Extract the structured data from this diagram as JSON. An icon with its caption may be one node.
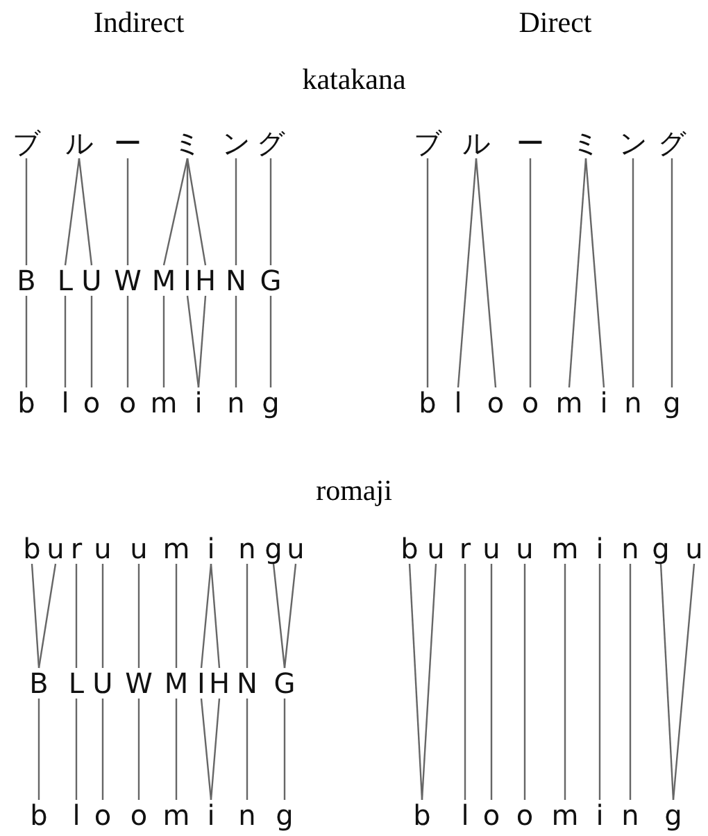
{
  "diagram": {
    "nodes": [
      {
        "text": [
          "ブ"
        ]
      },
      {
        "text": [
          "ル"
        ]
      },
      {
        "text": [
          "ー"
        ]
      },
      {
        "text": [
          "ミ"
        ]
      },
      {
        "text": [
          "ン"
        ]
      },
      {
        "text": [
          "グ"
        ]
      },
      {
        "text": [
          "B"
        ]
      },
      {
        "text": [
          "L"
        ]
      },
      {
        "text": [
          "U"
        ]
      },
      {
        "text": [
          "W"
        ]
      },
      {
        "text": [
          "M"
        ]
      },
      {
        "text": [
          "I"
        ]
      },
      {
        "text": [
          "H"
        ]
      },
      {
        "text": [
          "N"
        ]
      },
      {
        "text": [
          "G"
        ]
      },
      {
        "text": [
          "b"
        ]
      },
      {
        "text": [
          "l"
        ]
      },
      {
        "text": [
          "o"
        ]
      },
      {
        "text": [
          "o"
        ]
      },
      {
        "text": [
          "m"
        ]
      },
      {
        "text": [
          "i"
        ]
      },
      {
        "text": [
          "n"
        ]
      },
      {
        "text": [
          "g"
        ]
      },
      {
        "text": [
          "ブ"
        ]
      },
      {
        "text": [
          "ル"
        ]
      },
      {
        "text": [
          "ー"
        ]
      },
      {
        "text": [
          "ミ"
        ]
      },
      {
        "text": [
          "ン"
        ]
      },
      {
        "text": [
          "グ"
        ]
      },
      {
        "text": [
          "b"
        ]
      },
      {
        "text": [
          "l"
        ]
      },
      {
        "text": [
          "o"
        ]
      },
      {
        "text": [
          "o"
        ]
      },
      {
        "text": [
          "m"
        ]
      },
      {
        "text": [
          "i"
        ]
      },
      {
        "text": [
          "n"
        ]
      },
      {
        "text": [
          "g"
        ]
      },
      {
        "text": [
          "b"
        ]
      },
      {
        "text": [
          "u"
        ]
      },
      {
        "text": [
          "r"
        ]
      },
      {
        "text": [
          "u"
        ]
      },
      {
        "text": [
          "u"
        ]
      },
      {
        "text": [
          "m"
        ]
      },
      {
        "text": [
          "i"
        ]
      },
      {
        "text": [
          "n"
        ]
      },
      {
        "text": [
          "g"
        ]
      },
      {
        "text": [
          "u"
        ]
      },
      {
        "text": [
          "B"
        ]
      },
      {
        "text": [
          "L"
        ]
      },
      {
        "text": [
          "U"
        ]
      },
      {
        "text": [
          "W"
        ]
      },
      {
        "text": [
          "M"
        ]
      },
      {
        "text": [
          "I"
        ]
      },
      {
        "text": [
          "H"
        ]
      },
      {
        "text": [
          "N"
        ]
      },
      {
        "text": [
          "G"
        ]
      },
      {
        "text": [
          "b"
        ]
      },
      {
        "text": [
          "l"
        ]
      },
      {
        "text": [
          "o"
        ]
      },
      {
        "text": [
          "o"
        ]
      },
      {
        "text": [
          "m"
        ]
      },
      {
        "text": [
          "i"
        ]
      },
      {
        "text": [
          "n"
        ]
      },
      {
        "text": [
          "g"
        ]
      },
      {
        "text": [
          "b"
        ]
      },
      {
        "text": [
          "u"
        ]
      },
      {
        "text": [
          "r"
        ]
      },
      {
        "text": [
          "u"
        ]
      },
      {
        "text": [
          "u"
        ]
      },
      {
        "text": [
          "m"
        ]
      },
      {
        "text": [
          "i"
        ]
      },
      {
        "text": [
          "n"
        ]
      },
      {
        "text": [
          "g"
        ]
      },
      {
        "text": [
          "u"
        ]
      },
      {
        "text": [
          "b"
        ]
      },
      {
        "text": [
          "l"
        ]
      },
      {
        "text": [
          "o"
        ]
      },
      {
        "text": [
          "o"
        ]
      },
      {
        "text": [
          "m"
        ]
      },
      {
        "text": [
          "i"
        ]
      },
      {
        "text": [
          "n"
        ]
      },
      {
        "text": [
          "g"
        ]
      }
    ],
    "edges": [
      {
        "from": 0,
        "to": 6,
        "arrow": "none"
      },
      {
        "from": 1,
        "to": 7,
        "arrow": "none"
      },
      {
        "from": 1,
        "to": 8,
        "arrow": "none"
      },
      {
        "from": 2,
        "to": 9,
        "arrow": "none"
      },
      {
        "from": 3,
        "to": 10,
        "arrow": "none"
      },
      {
        "from": 3,
        "to": 11,
        "arrow": "none"
      },
      {
        "from": 3,
        "to": 12,
        "arrow": "none"
      },
      {
        "from": 4,
        "to": 13,
        "arrow": "none"
      },
      {
        "from": 5,
        "to": 14,
        "arrow": "none"
      },
      {
        "from": 6,
        "to": 15,
        "arrow": "none"
      },
      {
        "from": 7,
        "to": 16,
        "arrow": "none"
      },
      {
        "from": 8,
        "to": 17,
        "arrow": "none"
      },
      {
        "from": 9,
        "to": 18,
        "arrow": "none"
      },
      {
        "from": 10,
        "to": 19,
        "arrow": "none"
      },
      {
        "from": 11,
        "to": 20,
        "arrow": "none"
      },
      {
        "from": 12,
        "to": 20,
        "arrow": "none"
      },
      {
        "from": 13,
        "to": 21,
        "arrow": "none"
      },
      {
        "from": 14,
        "to": 22,
        "arrow": "none"
      },
      {
        "from": 23,
        "to": 29,
        "arrow": "none"
      },
      {
        "from": 24,
        "to": 30,
        "arrow": "none"
      },
      {
        "from": 24,
        "to": 31,
        "arrow": "none"
      },
      {
        "from": 25,
        "to": 32,
        "arrow": "none"
      },
      {
        "from": 26,
        "to": 33,
        "arrow": "none"
      },
      {
        "from": 26,
        "to": 34,
        "arrow": "none"
      },
      {
        "from": 27,
        "to": 35,
        "arrow": "none"
      },
      {
        "from": 28,
        "to": 36,
        "arrow": "none"
      },
      {
        "from": 37,
        "to": 47,
        "arrow": "none"
      },
      {
        "from": 38,
        "to": 47,
        "arrow": "none"
      },
      {
        "from": 39,
        "to": 48,
        "arrow": "none"
      },
      {
        "from": 40,
        "to": 49,
        "arrow": "none"
      },
      {
        "from": 41,
        "to": 50,
        "arrow": "none"
      },
      {
        "from": 42,
        "to": 51,
        "arrow": "none"
      },
      {
        "from": 43,
        "to": 52,
        "arrow": "none"
      },
      {
        "from": 43,
        "to": 53,
        "arrow": "none"
      },
      {
        "from": 44,
        "to": 54,
        "arrow": "none"
      },
      {
        "from": 45,
        "to": 55,
        "arrow": "none"
      },
      {
        "from": 46,
        "to": 55,
        "arrow": "none"
      },
      {
        "from": 47,
        "to": 56,
        "arrow": "none"
      },
      {
        "from": 48,
        "to": 57,
        "arrow": "none"
      },
      {
        "from": 49,
        "to": 58,
        "arrow": "none"
      },
      {
        "from": 50,
        "to": 59,
        "arrow": "none"
      },
      {
        "from": 51,
        "to": 60,
        "arrow": "none"
      },
      {
        "from": 52,
        "to": 61,
        "arrow": "none"
      },
      {
        "from": 53,
        "to": 61,
        "arrow": "none"
      },
      {
        "from": 54,
        "to": 62,
        "arrow": "none"
      },
      {
        "from": 55,
        "to": 63,
        "arrow": "none"
      },
      {
        "from": 64,
        "to": 74,
        "arrow": "none"
      },
      {
        "from": 65,
        "to": 74,
        "arrow": "none"
      },
      {
        "from": 66,
        "to": 75,
        "arrow": "none"
      },
      {
        "from": 67,
        "to": 76,
        "arrow": "none"
      },
      {
        "from": 68,
        "to": 77,
        "arrow": "none"
      },
      {
        "from": 69,
        "to": 78,
        "arrow": "none"
      },
      {
        "from": 70,
        "to": 79,
        "arrow": "none"
      },
      {
        "from": 71,
        "to": 80,
        "arrow": "none"
      },
      {
        "from": 72,
        "to": 81,
        "arrow": "none"
      },
      {
        "from": 73,
        "to": 81,
        "arrow": "none"
      }
    ],
    "labels": [
      "Indirect",
      "Direct",
      "katakana",
      "romaji"
    ]
  }
}
